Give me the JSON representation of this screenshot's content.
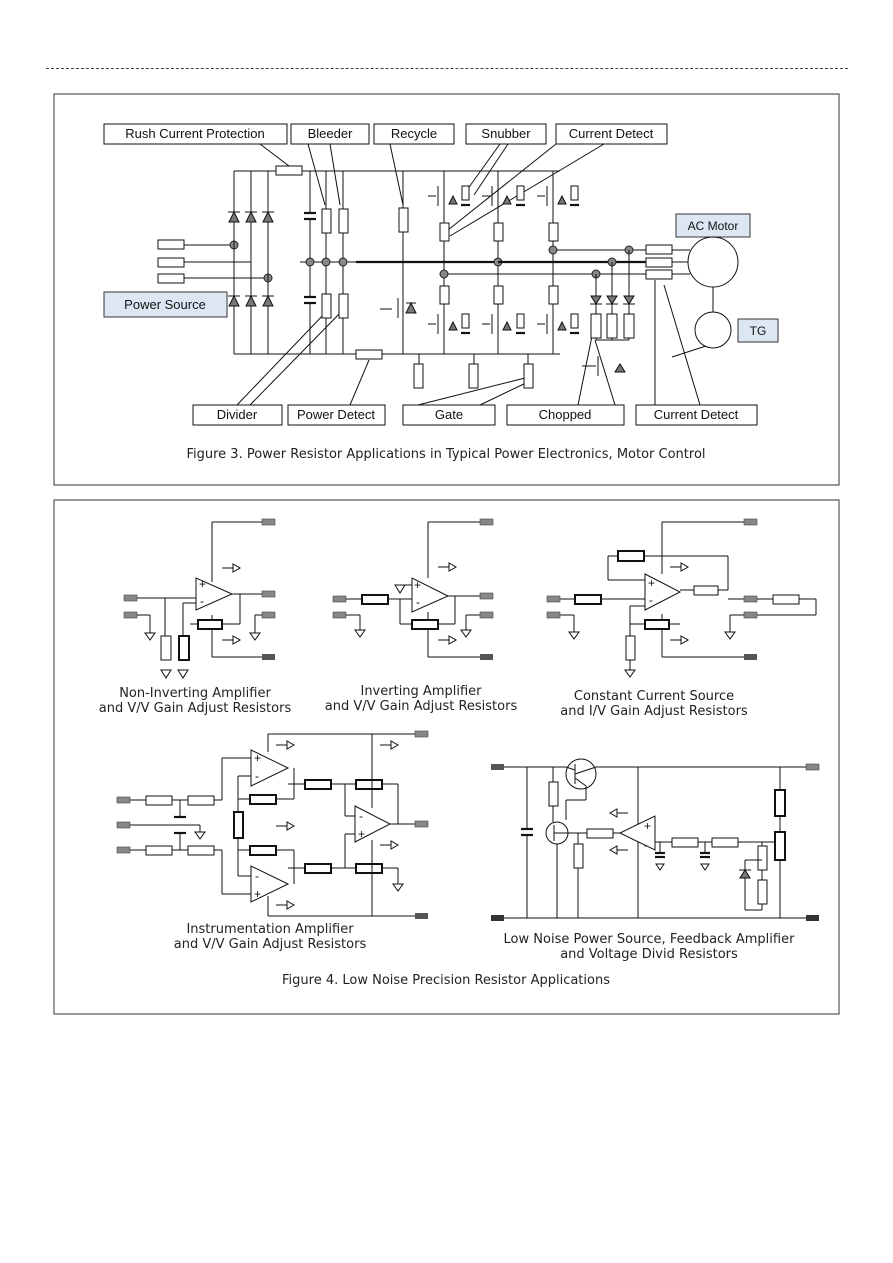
{
  "figure3": {
    "labels": {
      "rush_current_protection": "Rush Current Protection",
      "bleeder": "Bleeder",
      "recycle": "Recycle",
      "snubber": "Snubber",
      "current_detect_top": "Current Detect",
      "ac_motor": "AC Motor",
      "power_source": "Power Source",
      "tg": "TG",
      "divider": "Divider",
      "power_detect": "Power Detect",
      "gate": "Gate",
      "chopped": "Chopped",
      "current_detect_bottom": "Current Detect"
    },
    "caption": "Figure 3. Power Resistor Applications in Typical Power Electronics, Motor Control"
  },
  "figure4": {
    "captions": {
      "non_inverting_1": "Non-Inverting Amplifier",
      "non_inverting_2": "and V/V Gain Adjust Resistors",
      "inverting_1": "Inverting Amplifier",
      "inverting_2": "and V/V Gain Adjust Resistors",
      "constant_current_1": "Constant Current Source",
      "constant_current_2": "and I/V Gain Adjust Resistors",
      "instrumentation_1": "Instrumentation Amplifier",
      "instrumentation_2": "and V/V Gain Adjust Resistors",
      "low_noise_1": "Low Noise Power Source, Feedback Amplifier",
      "low_noise_2": "and Voltage Divid Resistors"
    },
    "caption": "Figure 4. Low Noise Precision Resistor Applications",
    "opamp_signs": {
      "plus": "+",
      "minus": "-"
    }
  }
}
